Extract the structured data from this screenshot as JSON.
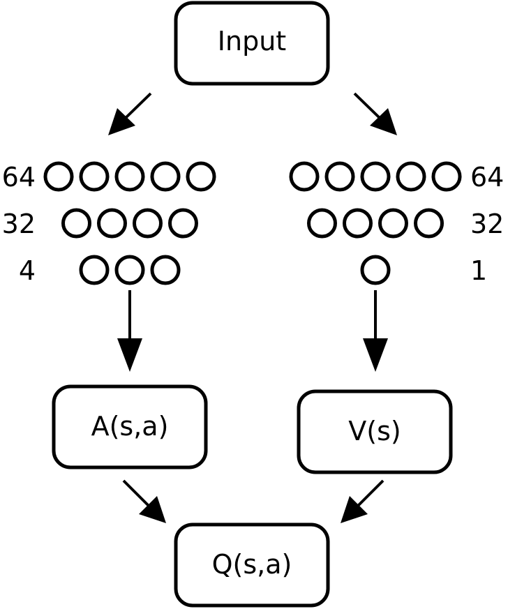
{
  "nodes": {
    "input": "Input",
    "advantage": "A(s,a)",
    "value": "V(s)",
    "q_value": "Q(s,a)"
  },
  "advantage_stream": {
    "layers": [
      {
        "label": "64",
        "neurons": 5
      },
      {
        "label": "32",
        "neurons": 4
      },
      {
        "label": "4",
        "neurons": 3
      }
    ]
  },
  "value_stream": {
    "layers": [
      {
        "label": "64",
        "neurons": 5
      },
      {
        "label": "32",
        "neurons": 4
      },
      {
        "label": "1",
        "neurons": 1
      }
    ]
  }
}
